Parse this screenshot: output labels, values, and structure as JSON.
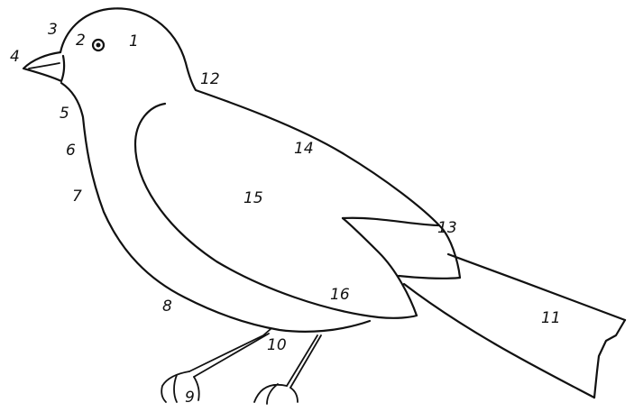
{
  "drawing": {
    "subject": "bird-outline",
    "ink_color": "#111111",
    "paper_color": "#ffffff",
    "labels": [
      "1",
      "2",
      "3",
      "4",
      "5",
      "6",
      "7",
      "8",
      "9",
      "10",
      "11",
      "12",
      "13",
      "14",
      "15",
      "16"
    ]
  }
}
